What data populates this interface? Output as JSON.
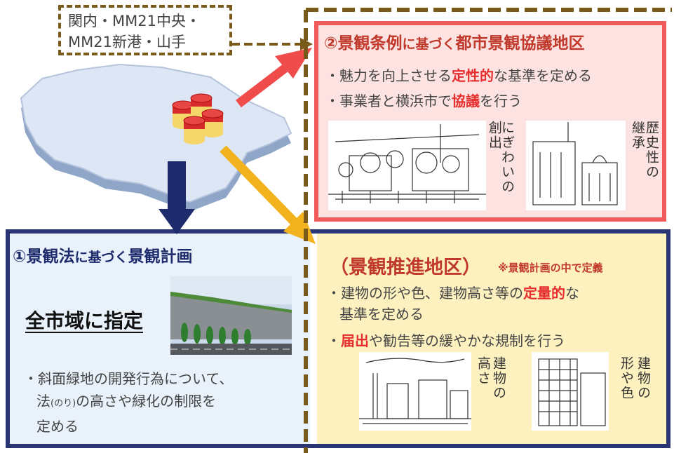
{
  "callout": {
    "line1": "関内・MM21中央・",
    "line2": "MM21新港・山手"
  },
  "red_section": {
    "title_num": "②",
    "title_a": "景観条例",
    "title_b": "に基づく",
    "title_c": "都市景観協議地区",
    "bullet1_pre": "・魅力を向上させる",
    "bullet1_hl": "定性的",
    "bullet1_post": "な基準を定める",
    "bullet2_pre": "・事業者と横浜市で",
    "bullet2_hl": "協議",
    "bullet2_post": "を行う",
    "sketch1_label_a": "にぎわいの",
    "sketch1_label_b": "創出",
    "sketch2_label_a": "歴史性の",
    "sketch2_label_b": "継承"
  },
  "blue_section": {
    "title_num": "①",
    "title_a": "景観法",
    "title_b": "に基づく",
    "title_c": "景観計画",
    "whole_city": "全市域に指定",
    "desc_line1": "・斜面緑地の開発行為について、",
    "desc_line2_a": "法",
    "desc_line2_b": "(のり)",
    "desc_line2_c": "の高さや緑化の制限を",
    "desc_line3": "定める"
  },
  "yellow_section": {
    "title": "（景観推進地区）",
    "note": "※景観計画の中で定義",
    "bullet1_pre": "・建物の形や色、建物高さ等の",
    "bullet1_hl": "定量的",
    "bullet1_post": "な",
    "bullet1_line2": "基準を定める",
    "bullet2_dot": "・",
    "bullet2_hl": "届出",
    "bullet2_post": "や勧告等の緩やかな規制を行う",
    "sketch1_label_a": "建物の",
    "sketch1_label_b": "高さ",
    "sketch2_label_a": "建物の",
    "sketch2_label_b": "形や色"
  },
  "colors": {
    "red_border": "#f15a5a",
    "red_fill": "#fde2e2",
    "blue_border": "#2a3575",
    "yellow_fill": "#fdf1c0",
    "highlight_red": "#e62e2e",
    "arrow_red": "#f04c4c",
    "arrow_yellow": "#f2b21d",
    "arrow_navy": "#1d2a6b",
    "dash_brown": "#7a5a1a"
  }
}
